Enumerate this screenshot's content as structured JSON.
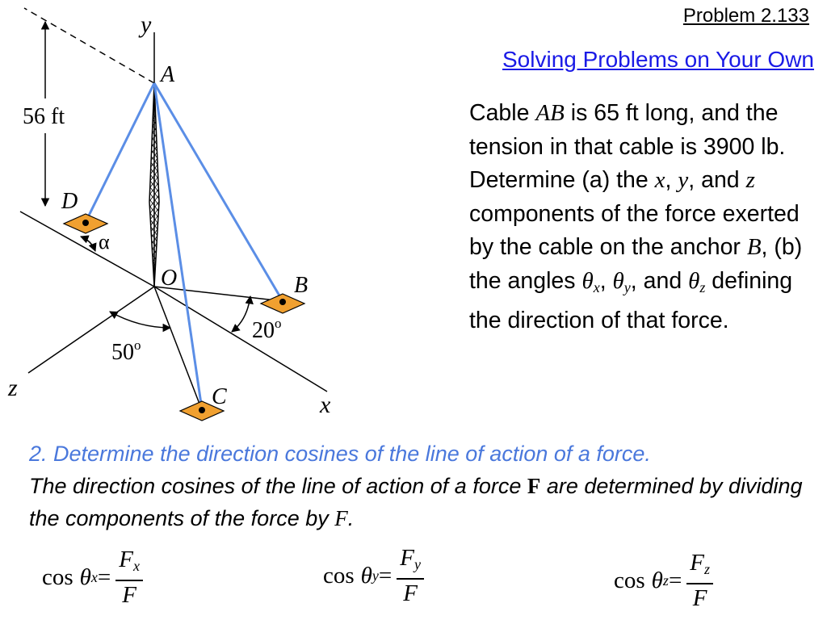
{
  "header": {
    "problem_number": "Problem  2.133",
    "section_title": "Solving Problems on Your Own"
  },
  "problem": {
    "t1": "Cable ",
    "cable": "AB",
    "t2": " is 65 ft long, and the tension in that cable is 3900 lb.  Determine (a) the ",
    "x": "x",
    "c1": ", ",
    "y": "y",
    "t3": ", and ",
    "z": "z",
    "t4": " components of the force exerted by the cable on the anchor ",
    "anchor": "B",
    "t5": ", (b) the angles ",
    "theta": "θ",
    "sx": "x",
    "c2": ", ",
    "sy": "y",
    "t6": ", and ",
    "sz": "z",
    "t7": " defining the direction of that force."
  },
  "step": {
    "heading": "2. Determine the direction cosines of the line of action of a force.",
    "t1": "The direction cosines of the line of action of a force ",
    "vector": "F",
    "t2": " are determined by dividing the components of the force by ",
    "magnitude": "F",
    "t3": "."
  },
  "equations": {
    "cos": "cos",
    "theta": "θ",
    "equals": "=",
    "F": "F",
    "sub_x": "x",
    "sub_y": "y",
    "sub_z": "z"
  },
  "figure": {
    "labels": {
      "y": "y",
      "A": "A",
      "D": "D",
      "O": "O",
      "B": "B",
      "C": "C",
      "x": "x",
      "z": "z",
      "height": "56 ft",
      "alpha": "α",
      "angle_20": "20",
      "angle_50": "50",
      "degree": "o"
    },
    "colors": {
      "cable": "#5b8ee6",
      "anchor": "#f0a030",
      "title_link": "#1a1ae6",
      "step_heading": "#4a78dc"
    }
  }
}
